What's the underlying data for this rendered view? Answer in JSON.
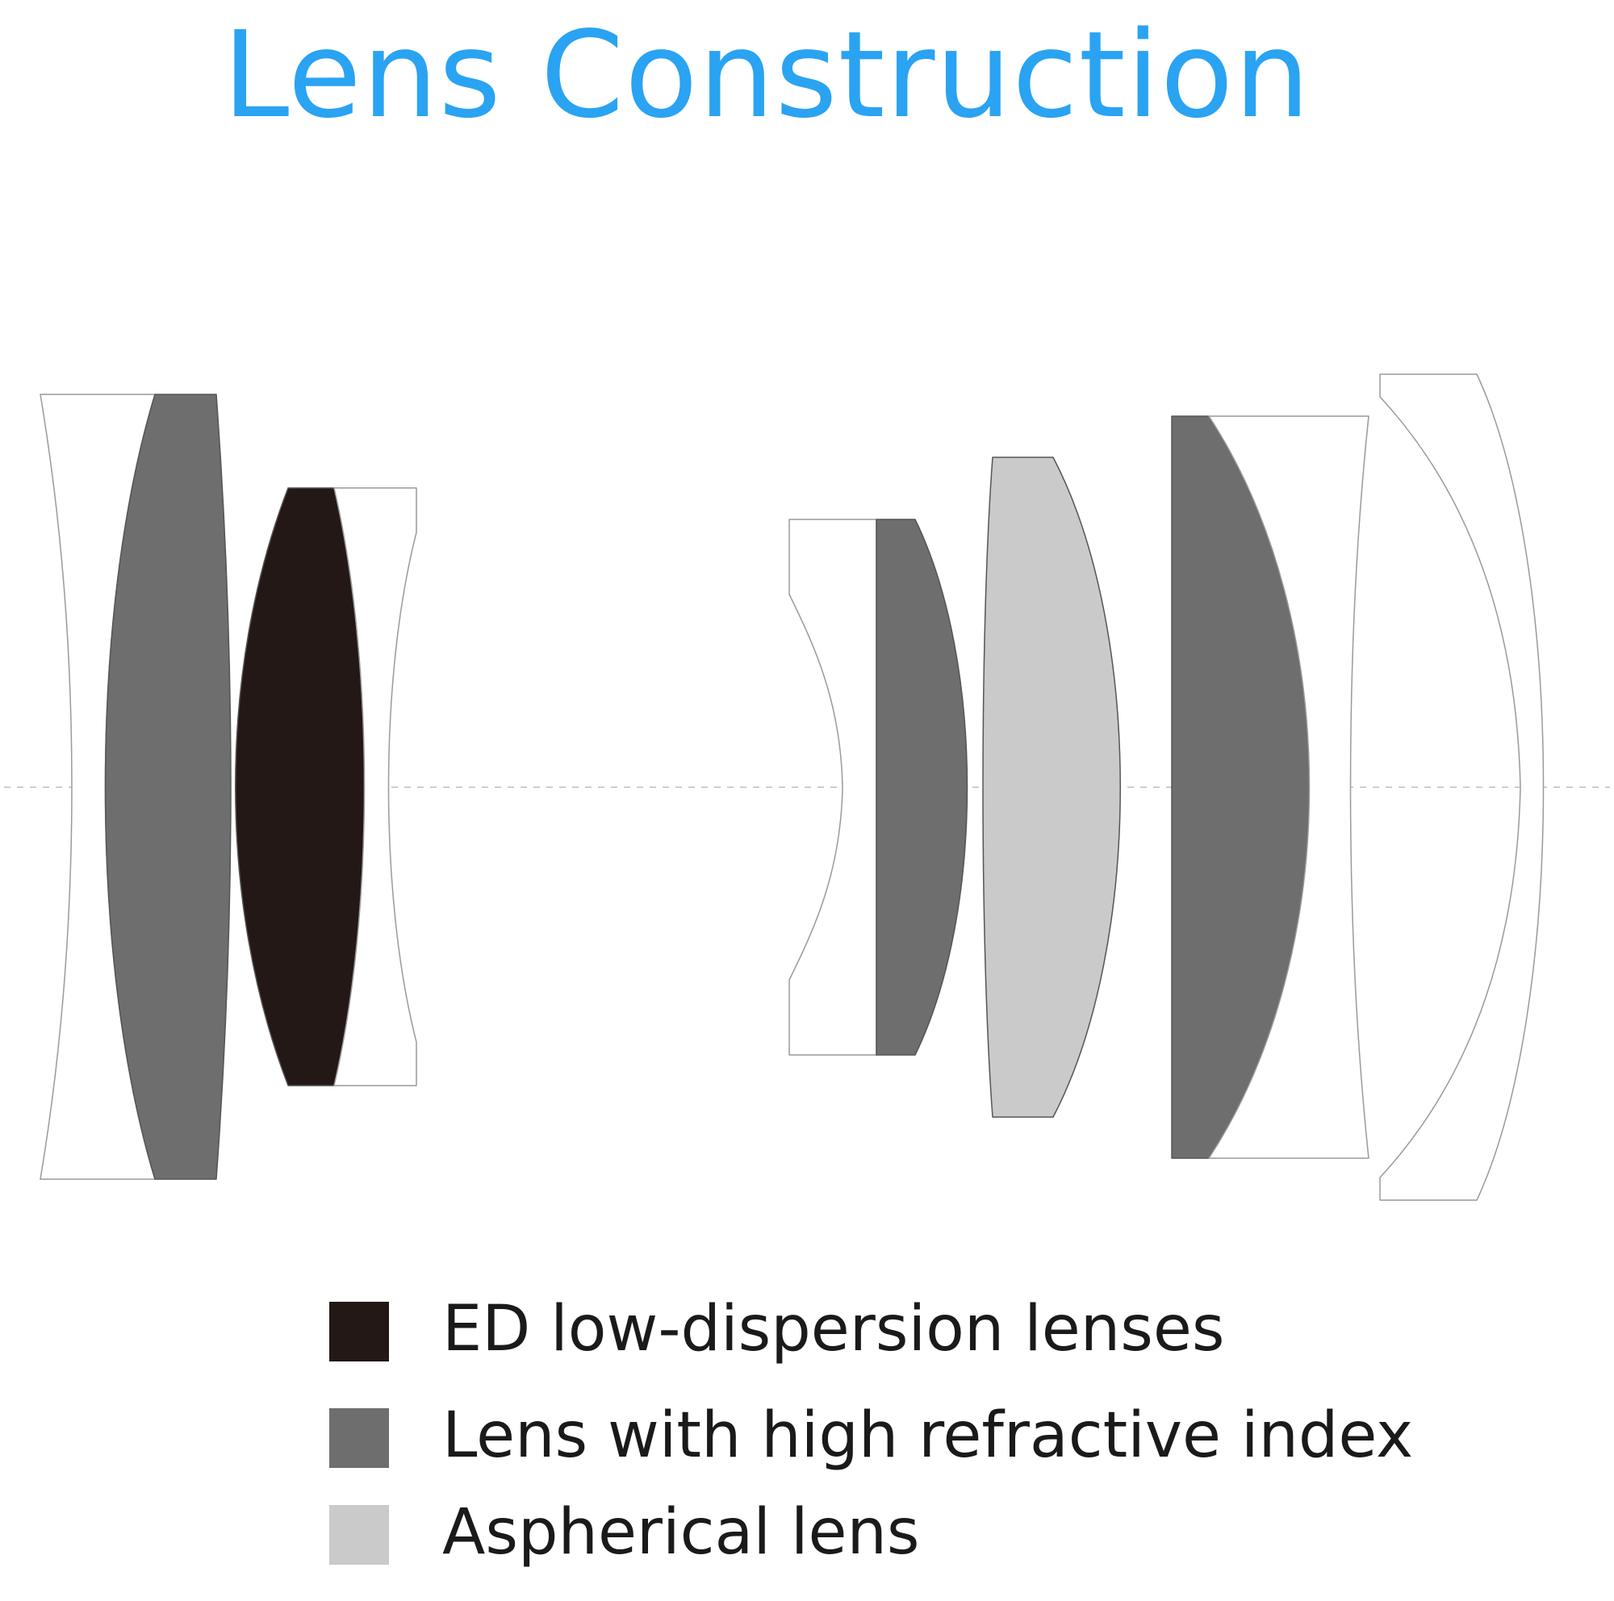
{
  "title": "Lens Construction",
  "colors": {
    "title": "#2aa3f2",
    "ed": "#231815",
    "high_index": "#6e6e6e",
    "aspherical": "#c9cac9",
    "plain": "#ffffff",
    "outline": "#9a9a9a",
    "axis": "#bdbdbd"
  },
  "legend": [
    {
      "label": "ED low-dispersion lenses",
      "type": "ed"
    },
    {
      "label": "Lens with high refractive index",
      "type": "high_index"
    },
    {
      "label": "Aspherical lens",
      "type": "aspherical"
    }
  ],
  "lens_groups": [
    {
      "name": "front-group",
      "elements": [
        {
          "name": "element-1",
          "type": "plain"
        },
        {
          "name": "element-2",
          "type": "high_index"
        },
        {
          "name": "element-3",
          "type": "ed"
        },
        {
          "name": "element-4",
          "type": "plain"
        }
      ]
    },
    {
      "name": "rear-group",
      "elements": [
        {
          "name": "element-5",
          "type": "plain"
        },
        {
          "name": "element-6",
          "type": "high_index"
        },
        {
          "name": "element-7",
          "type": "aspherical"
        },
        {
          "name": "element-8",
          "type": "high_index"
        },
        {
          "name": "element-9",
          "type": "plain"
        },
        {
          "name": "element-10",
          "type": "plain"
        }
      ]
    }
  ]
}
